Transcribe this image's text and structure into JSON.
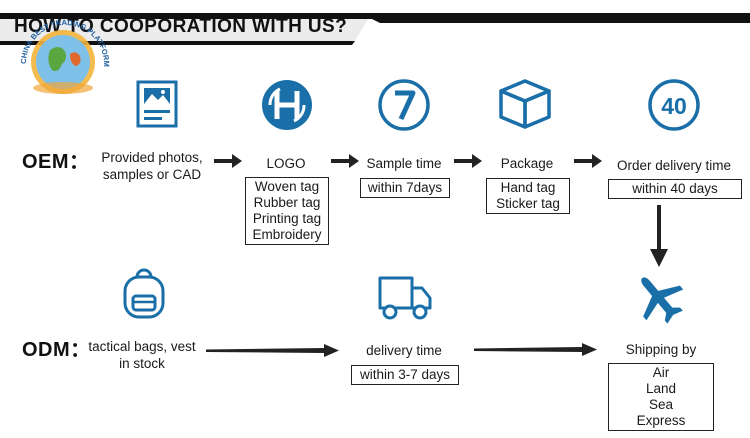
{
  "header": {
    "title": "HOW TO COOPORATION WITH US?",
    "logo_text": "CHINA BEST TRADING PLATFORM"
  },
  "oem": {
    "label": "OEM：",
    "steps": [
      {
        "icon": "image-icon",
        "title": "Provided photos, samples or CAD",
        "details": []
      },
      {
        "icon": "logo-h-icon",
        "title": "LOGO",
        "details": [
          "Woven tag",
          "Rubber tag",
          "Printing tag",
          "Embroidery"
        ]
      },
      {
        "icon": "seven-icon",
        "title": "Sample time",
        "details": [
          "within 7days"
        ]
      },
      {
        "icon": "package-icon",
        "title": "Package",
        "details": [
          "Hand tag",
          "Sticker tag"
        ]
      },
      {
        "icon": "forty-icon",
        "title": "Order delivery time",
        "details": [
          "within 40 days"
        ]
      }
    ]
  },
  "odm": {
    "label": "ODM：",
    "steps": [
      {
        "icon": "backpack-icon",
        "title": "tactical bags, vest in stock",
        "details": []
      },
      {
        "icon": "truck-icon",
        "title": "delivery time",
        "details": [
          "within 3-7 days"
        ]
      },
      {
        "icon": "airplane-icon",
        "title": "Shipping by",
        "details": [
          "Air",
          "Land",
          "Sea",
          "Express"
        ]
      }
    ]
  },
  "colors": {
    "accent": "#1a6fa8",
    "text": "#1a1a1a",
    "banner_stripe": "#111111"
  }
}
